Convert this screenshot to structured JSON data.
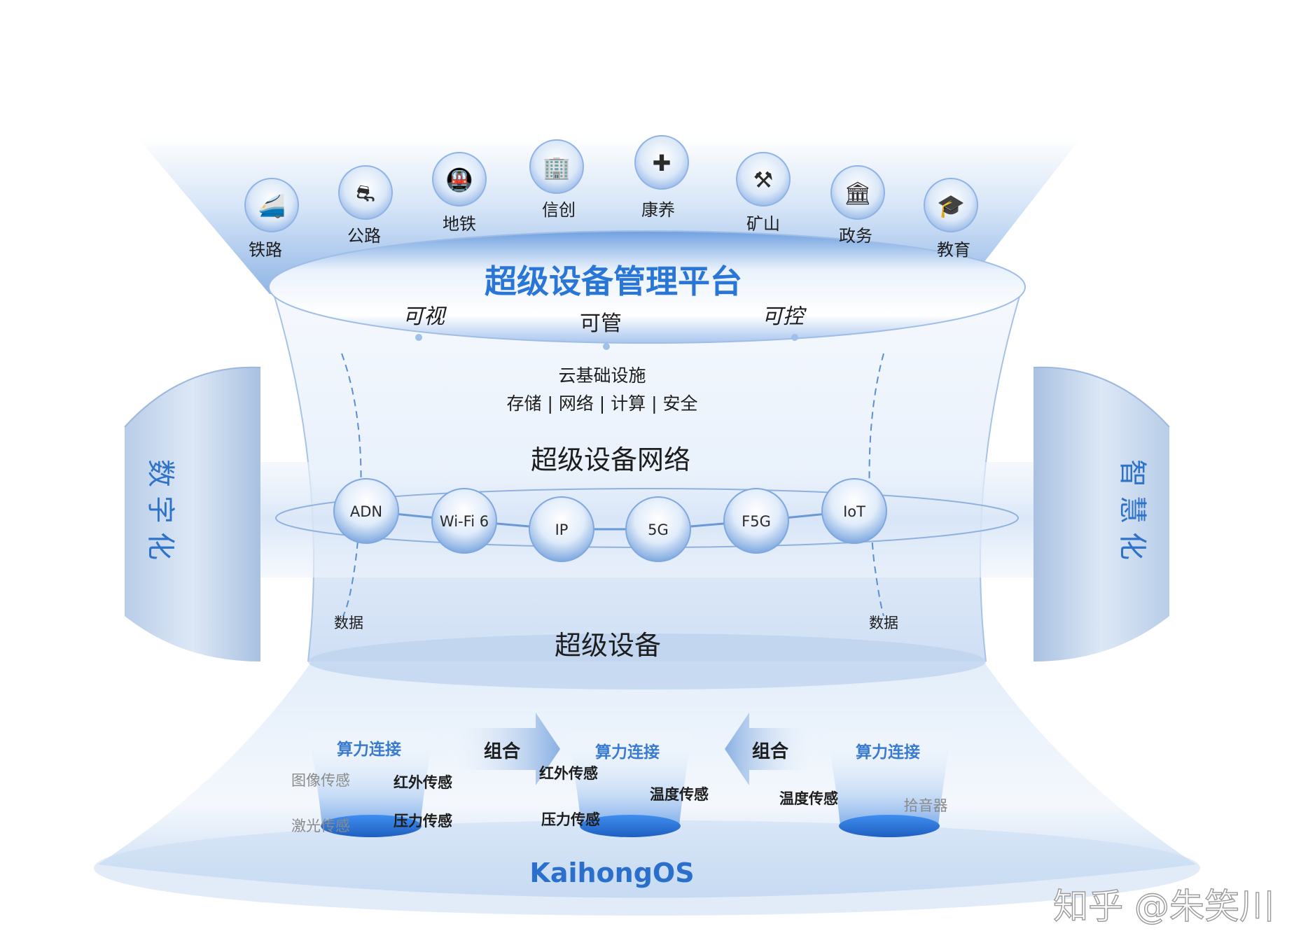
{
  "platform": {
    "title": "超级设备管理平台",
    "features": [
      "可视",
      "可管",
      "可控"
    ],
    "industries": [
      {
        "label": "铁路",
        "icon": "train-icon"
      },
      {
        "label": "公路",
        "icon": "road-icon"
      },
      {
        "label": "地铁",
        "icon": "metro-icon"
      },
      {
        "label": "信创",
        "icon": "building-icon"
      },
      {
        "label": "康养",
        "icon": "care-hands-icon"
      },
      {
        "label": "矿山",
        "icon": "mining-icon"
      },
      {
        "label": "政务",
        "icon": "government-icon"
      },
      {
        "label": "教育",
        "icon": "graduation-cap-icon"
      }
    ]
  },
  "cloud": {
    "title": "云基础设施",
    "items": "存储 | 网络 | 计算 | 安全"
  },
  "network": {
    "title": "超级设备网络",
    "nodes": [
      "ADN",
      "Wi-Fi 6",
      "IP",
      "5G",
      "F5G",
      "IoT"
    ]
  },
  "data_label_left": "数据",
  "data_label_right": "数据",
  "device": {
    "title": "超级设备"
  },
  "side_left": "数字化",
  "side_right": "智慧化",
  "composition": {
    "compute_label": "算力连接",
    "combine_label": "组合",
    "groups": [
      {
        "sensors": [
          "图像传感",
          "红外传感",
          "激光传感",
          "压力传感"
        ]
      },
      {
        "sensors": [
          "红外传感",
          "温度传感",
          "压力传感"
        ]
      },
      {
        "sensors": [
          "温度传感",
          "拾音器"
        ]
      }
    ]
  },
  "os": {
    "title": "KaihongOS"
  },
  "watermark": "知乎 @朱笑川",
  "colors": {
    "accent_blue": "#2f73c9",
    "deep_blue": "#1e6fd9",
    "light_blue": "#dbe8f8"
  }
}
